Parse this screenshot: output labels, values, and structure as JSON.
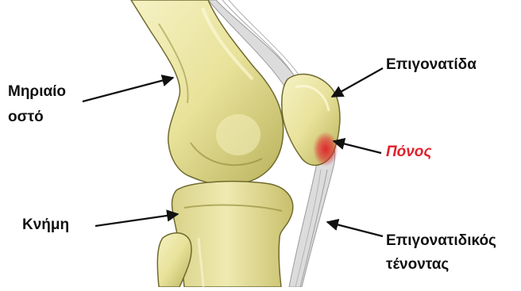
{
  "labels": {
    "femur_line1": "Μηριαίο",
    "femur_line2": "οστό",
    "patella": "Επιγονατίδα",
    "pain": "Πόνος",
    "tibia": "Κνήμη",
    "tendon_line1": "Επιγονατιδικός",
    "tendon_line2": "τένοντας"
  },
  "colors": {
    "bone": "#e8e29a",
    "bone_shadow": "#b9b25c",
    "bone_highlight": "#f6f2c4",
    "bone_outline": "#6f6a2e",
    "pain": "#e0202a",
    "tendon": "#c9c9c9",
    "text": "#111111",
    "background": "#ffffff"
  },
  "icons": {
    "anatomy": "knee-joint-lateral-illustration"
  }
}
